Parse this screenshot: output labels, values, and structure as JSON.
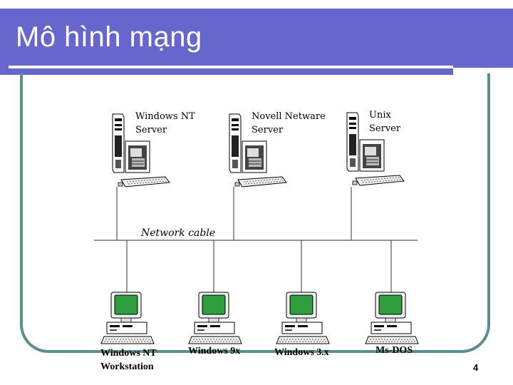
{
  "slide": {
    "title": "Mô hình mạng",
    "page_number": "4"
  },
  "diagram": {
    "cable_label": "Network cable",
    "servers": [
      {
        "line1": "Windows NT",
        "line2": "Server"
      },
      {
        "line1": "Novell Netware",
        "line2": "Server"
      },
      {
        "line1": "Unix",
        "line2": "Server"
      }
    ],
    "workstations": [
      {
        "line1": "Windows NT",
        "line2": "Workstation"
      },
      {
        "line1": "Windows 9x",
        "line2": ""
      },
      {
        "line1": "Windows 3.x",
        "line2": ""
      },
      {
        "line1": "Ms-DOS",
        "line2": ""
      }
    ]
  },
  "colors": {
    "banner": "#6666cc",
    "frame": "#5a8f8f",
    "screen": "#2f9e3f"
  }
}
